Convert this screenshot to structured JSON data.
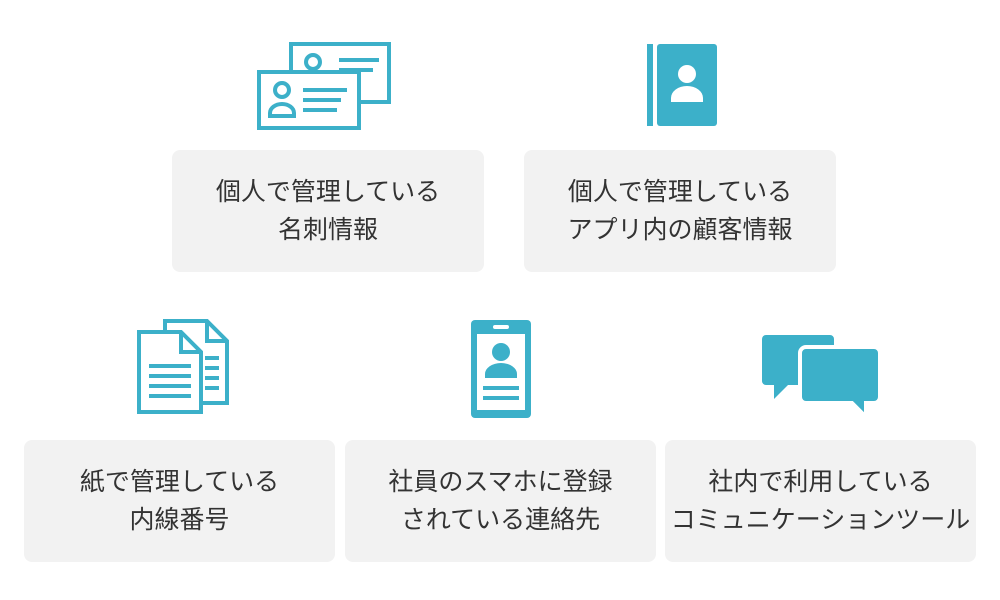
{
  "colors": {
    "accent": "#3cb0c9",
    "card_bg": "#f2f2f2",
    "text": "#333333"
  },
  "cards": [
    {
      "icon": "business-cards-icon",
      "line1": "個人で管理している",
      "line2": "名刺情報"
    },
    {
      "icon": "contact-book-icon",
      "line1": "個人で管理している",
      "line2": "アプリ内の顧客情報"
    },
    {
      "icon": "documents-icon",
      "line1": "紙で管理している",
      "line2": "内線番号"
    },
    {
      "icon": "smartphone-contact-icon",
      "line1": "社員のスマホに登録",
      "line2": "されている連絡先"
    },
    {
      "icon": "chat-bubbles-icon",
      "line1": "社内で利用している",
      "line2": "コミュニケーションツール"
    }
  ]
}
